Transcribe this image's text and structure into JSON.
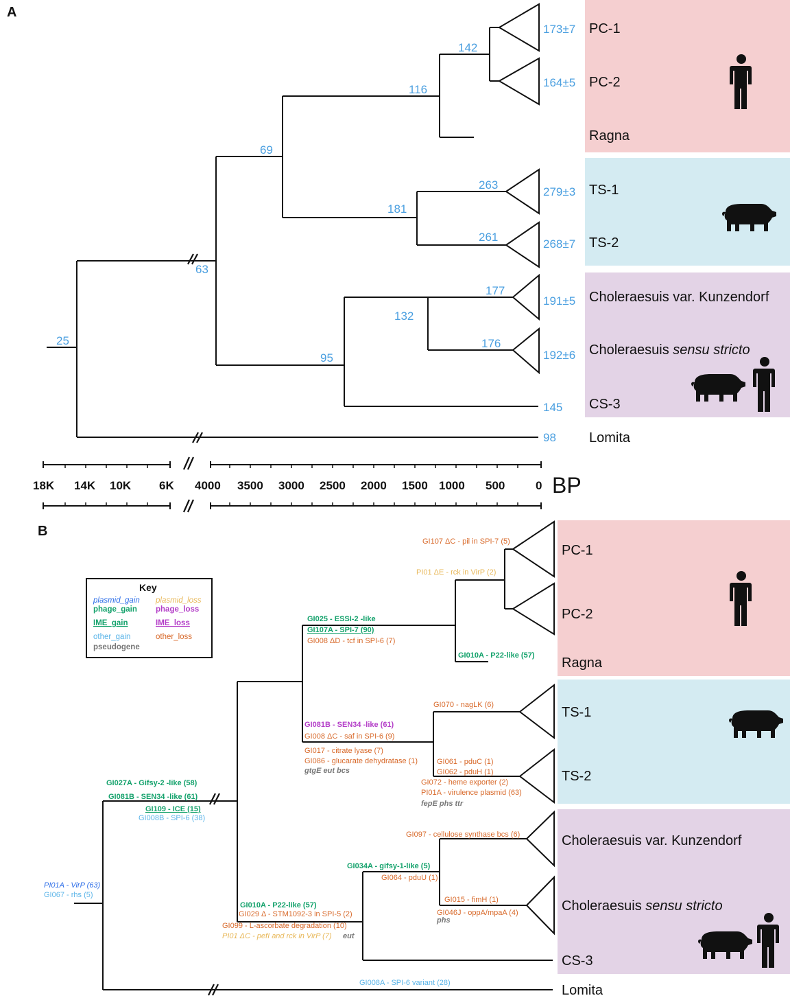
{
  "panel_a": {
    "label": "A",
    "node_ages": [
      "25",
      "63",
      "69",
      "116",
      "142",
      "181",
      "263",
      "261",
      "95",
      "132",
      "177",
      "176"
    ],
    "tip_ages": [
      "173±7",
      "164±5",
      "279±3",
      "268±7",
      "191±5",
      "192±6",
      "145",
      "98"
    ],
    "clades": {
      "pc1": "PC-1",
      "pc2": "PC-2",
      "ragna": "Ragna",
      "ts1": "TS-1",
      "ts2": "TS-2",
      "ck": "Choleraesuis var. Kunzendorf",
      "css_prefix": "Choleraesuis ",
      "css_italic": "sensu stricto",
      "cs3": "CS-3",
      "lomita": "Lomita"
    },
    "axis": {
      "ticks_left": [
        "18K",
        "14K",
        "10K",
        "6K"
      ],
      "ticks_right": [
        "4000",
        "3500",
        "3000",
        "2500",
        "2000",
        "1500",
        "1000",
        "500",
        "0"
      ],
      "unit": "BP"
    },
    "host_colors": {
      "human": "#f5cfd0",
      "pig": "#d4ebf2",
      "mixed": "#e3d3e6"
    }
  },
  "panel_b": {
    "label": "B",
    "key": {
      "title": "Key",
      "items": [
        {
          "label": "plasmid_gain",
          "color": "#2f6fe8"
        },
        {
          "label": "plasmid_loss",
          "color": "#e8b85a"
        },
        {
          "label": "phage_gain",
          "color": "#14a26c"
        },
        {
          "label": "phage_loss",
          "color": "#b43fc8"
        },
        {
          "label": "IME_gain",
          "color": "#14a26c"
        },
        {
          "label": "IME_loss",
          "color": "#b43fc8"
        },
        {
          "label": "other_gain",
          "color": "#5ab4e8"
        },
        {
          "label": "other_loss",
          "color": "#d8692a"
        },
        {
          "label": "pseudogene",
          "color": "#777777"
        }
      ]
    },
    "events": {
      "e_root1": "PI01A - VirP (63)",
      "e_root2": "GI067 - rhs (5)",
      "e_n1": "GI027A - Gifsy-2 -like (58)",
      "e_n2": "GI081B - SEN34 -like (61)",
      "e_n3": "GI109 - ICE (15)",
      "e_n4": "GI008B - SPI-6 (38)",
      "e_pc1": "GI107 ΔC - pil in SPI-7 (5)",
      "e_pc2": "PI01 ΔE - rck in VirP (2)",
      "e_pr1": "GI025 - ESSI-2 -like",
      "e_pr2": "GI107A - SPI-7 (90)",
      "e_pr3": "GI008 ΔD - tcf in SPI-6 (7)",
      "e_rag": "GI010A - P22-like (57)",
      "e_ts1": "GI081B - SEN34 -like (61)",
      "e_ts2": "GI008 ΔC - saf in SPI-6 (9)",
      "e_ts3": "GI017 - citrate lyase (7)",
      "e_ts4": "GI086 - glucarate dehydratase (1)",
      "e_ts5": "gtgE   eut   bcs",
      "e_t1": "GI070 - nagLK (6)",
      "e_t2a": "GI061 - pduC (1)",
      "e_t2b": "GI062 - pduH (1)",
      "e_t2c": "GI072 - heme exporter (2)",
      "e_t2d": "PI01A - virulence plasmid (63)",
      "e_t2e": "fepE  phs  ttr",
      "e_ch1": "GI010A - P22-like (57)",
      "e_ch2": "GI029 Δ - STM1092-3 in SPI-5 (2)",
      "e_ch3": "GI099 - L-ascorbate degradation (10)",
      "e_ch4": "PI01 ΔC - pefI and rck in VirP (7)",
      "e_ch5": "eut",
      "e_cc1": "GI034A - gifsy-1-like (5)",
      "e_cc2": "GI064 - pduU (1)",
      "e_ck": "GI097 - cellulose synthase bcs (6)",
      "e_css1": "GI015 - fimH (1)",
      "e_css2": "GI046J - oppA/mpaA (4)",
      "e_css3": "phs",
      "e_lom": "GI008A - SPI-6 variant (28)"
    },
    "clades": {
      "pc1": "PC-1",
      "pc2": "PC-2",
      "ragna": "Ragna",
      "ts1": "TS-1",
      "ts2": "TS-2",
      "ck": "Choleraesuis var. Kunzendorf",
      "css_prefix": "Choleraesuis ",
      "css_italic": "sensu stricto",
      "cs3": "CS-3",
      "lomita": "Lomita"
    }
  }
}
